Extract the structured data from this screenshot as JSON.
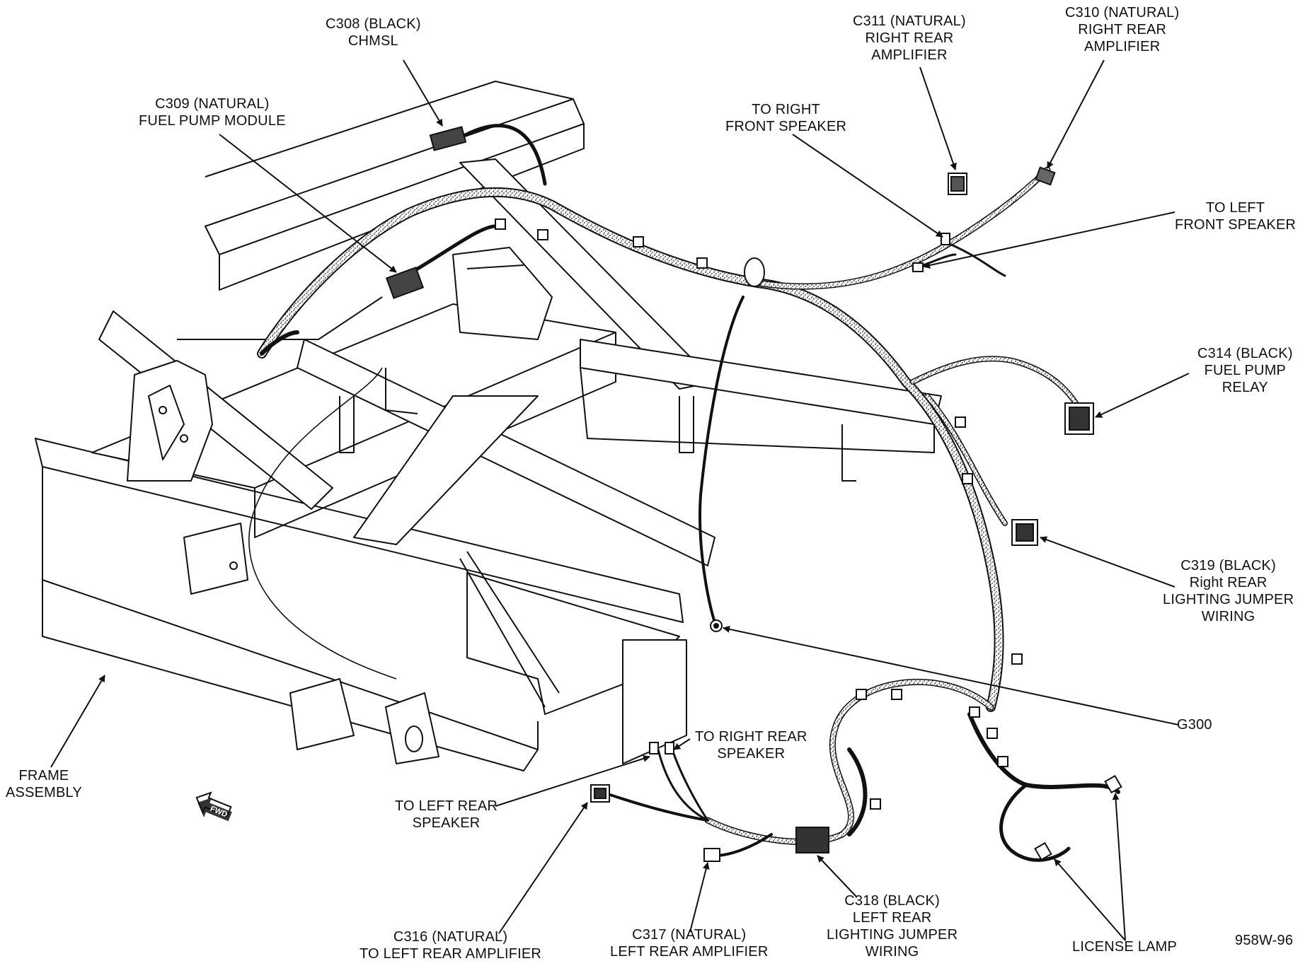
{
  "labels": {
    "c308": [
      "C308 (BLACK)",
      "CHMSL"
    ],
    "c309": [
      "C309 (NATURAL)",
      "FUEL PUMP MODULE"
    ],
    "c311": [
      "C311 (NATURAL)",
      "RIGHT REAR",
      "AMPLIFIER"
    ],
    "c310": [
      "C310 (NATURAL)",
      "RIGHT REAR",
      "AMPLIFIER"
    ],
    "right_front_speaker": [
      "TO RIGHT",
      "FRONT SPEAKER"
    ],
    "left_front_speaker": [
      "TO LEFT",
      "FRONT SPEAKER"
    ],
    "c314": [
      "C314 (BLACK)",
      "FUEL PUMP",
      "RELAY"
    ],
    "c319": [
      "C319 (BLACK)",
      "Right REAR",
      "LIGHTING JUMPER",
      "WIRING"
    ],
    "g300": "G300",
    "right_rear_speaker": [
      "TO RIGHT REAR",
      "SPEAKER"
    ],
    "left_rear_speaker": [
      "TO LEFT REAR",
      "SPEAKER"
    ],
    "frame_assembly": [
      "FRAME",
      "ASSEMBLY"
    ],
    "c316": [
      "C316 (NATURAL)",
      "TO LEFT REAR AMPLIFIER"
    ],
    "c317": [
      "C317 (NATURAL)",
      "LEFT REAR AMPLIFIER"
    ],
    "c318": [
      "C318 (BLACK)",
      "LEFT REAR",
      "LIGHTING JUMPER",
      "WIRING"
    ],
    "license_lamp": "LICENSE LAMP",
    "figure_id": "958W-96",
    "fwd": "FWD"
  },
  "icons": {
    "fwd_arrow": "fwd-arrow-icon"
  }
}
